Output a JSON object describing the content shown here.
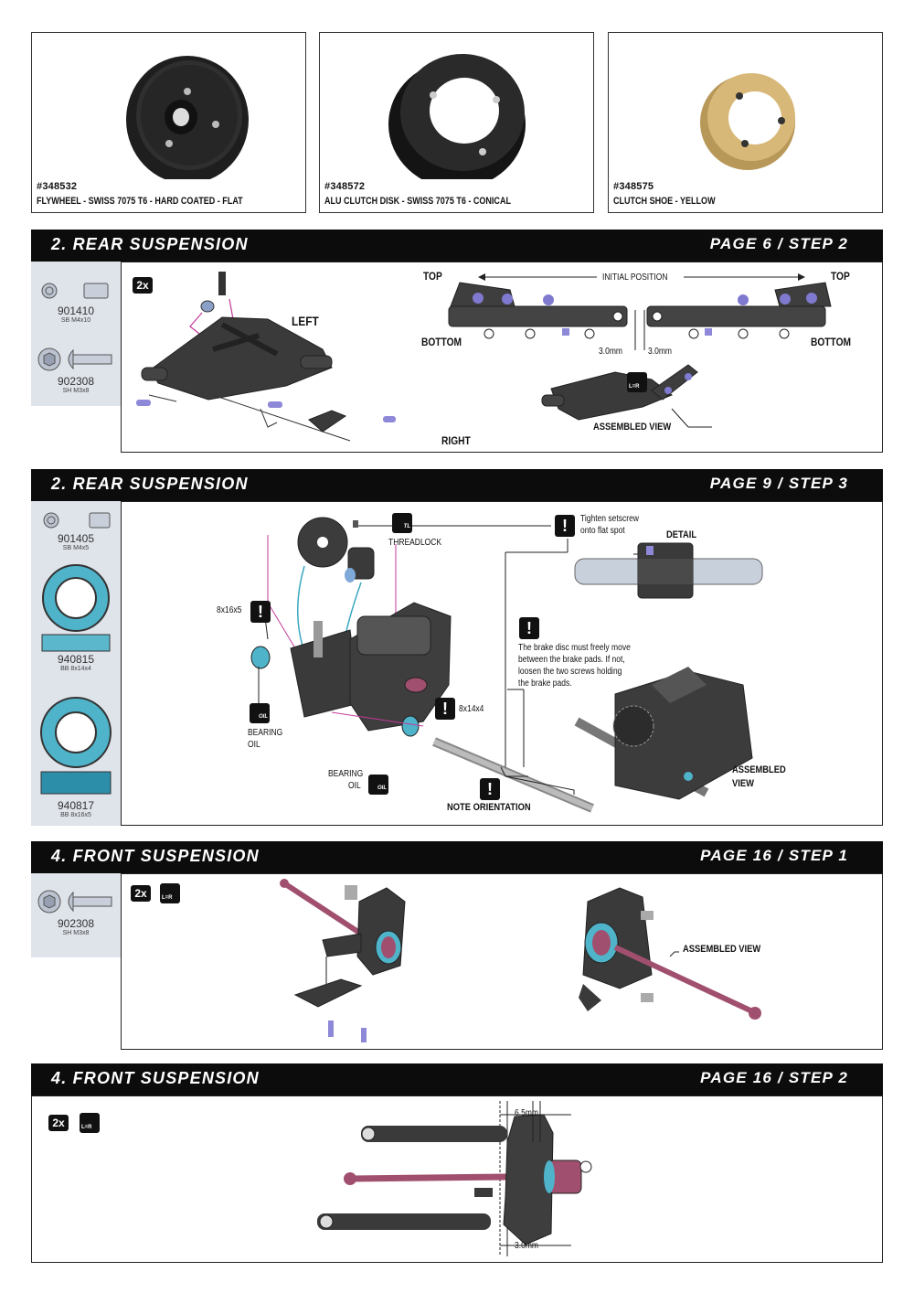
{
  "products": [
    {
      "code": "#348532",
      "name": "FLYWHEEL - SWISS 7075 T6 - HARD COATED - FLAT"
    },
    {
      "code": "#348572",
      "name": "ALU CLUTCH DISK - SWISS 7075 T6 - CONICAL"
    },
    {
      "code": "#348575",
      "name": "CLUTCH SHOE - YELLOW"
    }
  ],
  "sections": [
    {
      "title": "2. REAR SUSPENSION",
      "ref": "PAGE 6 / STEP 2"
    },
    {
      "title": "2. REAR SUSPENSION",
      "ref": "PAGE 9 / STEP 3"
    },
    {
      "title": "4. FRONT SUSPENSION",
      "ref": "PAGE 16 / STEP 1"
    },
    {
      "title": "4. FRONT SUSPENSION",
      "ref": "PAGE 16 / STEP 2"
    }
  ],
  "step1": {
    "parts": [
      {
        "code": "901410",
        "desc": "SB M4x10"
      },
      {
        "code": "902308",
        "desc": "SH M3x8"
      }
    ],
    "qty": "2x",
    "left": "LEFT",
    "right": "RIGHT",
    "top_l": "TOP",
    "top_r": "TOP",
    "bottom_l": "BOTTOM",
    "bottom_r": "BOTTOM",
    "initial_position": "INITIAL POSITION",
    "dim_l": "3.0mm",
    "dim_r": "3.0mm",
    "lr": "L=R",
    "assembled": "ASSEMBLED VIEW"
  },
  "step2": {
    "parts": [
      {
        "code": "901405",
        "desc": "SB M4x5"
      },
      {
        "code": "940815",
        "desc": "BB 8x14x4"
      },
      {
        "code": "940817",
        "desc": "BB 8x16x5"
      }
    ],
    "threadlock": "THREADLOCK",
    "tl": "TL",
    "tighten": "Tighten setscrew onto flat spot",
    "detail": "DETAIL",
    "bearing_a": "8x16x5",
    "bearing_b": "8x14x4",
    "brake_note": "The brake disc must freely move between the brake pads. If not, loosen the two screws holding the brake pads.",
    "bearing_oil_l": "BEARING OIL",
    "bearing_oil_c": "BEARING OIL",
    "oil": "OIL",
    "note_orientation": "NOTE ORIENTATION",
    "assembled": "ASSEMBLED VIEW"
  },
  "step3": {
    "parts": [
      {
        "code": "902308",
        "desc": "SH M3x8"
      }
    ],
    "qty": "2x",
    "lr": "L=R",
    "assembled": "ASSEMBLED VIEW"
  },
  "step4": {
    "qty": "2x",
    "lr": "L=R",
    "dim_top": "6.5mm",
    "dim_bottom": "3.0mm"
  },
  "colors": {
    "bar": "#0c0c0c",
    "parts_bg": "#dfe3ea",
    "part_dark": "#3a3a3a",
    "screw": "#8e88d8",
    "bearing": "#4fb3c9",
    "driveshaft": "#a0506e",
    "shoe": "#d8b878",
    "leader": "#c23a9a"
  }
}
